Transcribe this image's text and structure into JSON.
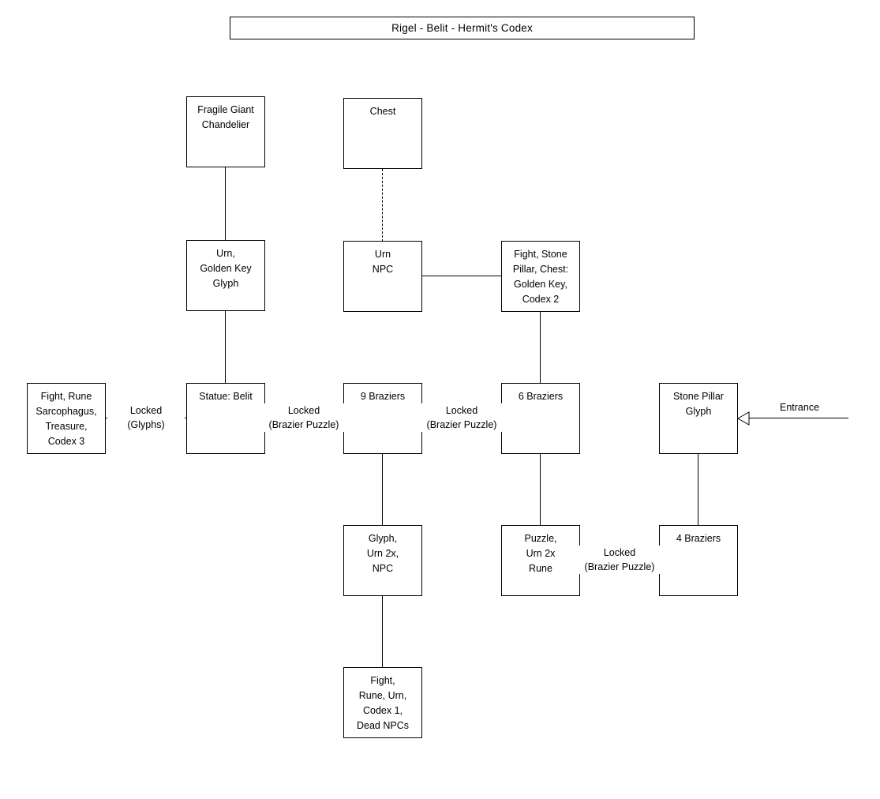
{
  "title": "Rigel - Belit - Hermit's Codex",
  "nodes": {
    "fragile_chandelier": "Fragile Giant\nChandelier",
    "chest": "Chest",
    "urn_golden_key_glyph": "Urn,\nGolden Key\nGlyph",
    "urn_npc": "Urn\nNPC",
    "fight_stone_pillar_chest": "Fight, Stone\nPillar, Chest:\nGolden Key,\nCodex 2",
    "fight_rune_sarcophagus": "Fight, Rune\nSarcophagus,\nTreasure,\nCodex 3",
    "statue_belit": "Statue: Belit",
    "braziers_9": "9 Braziers",
    "braziers_6": "6 Braziers",
    "stone_pillar_glyph": "Stone Pillar\nGlyph",
    "glyph_urn_npc": "Glyph,\nUrn 2x,\nNPC",
    "puzzle_urn_rune": "Puzzle,\nUrn 2x\nRune",
    "braziers_4": "4 Braziers",
    "fight_rune_urn_codex1": "Fight,\nRune, Urn,\nCodex 1,\nDead NPCs"
  },
  "edge_labels": {
    "locked_glyphs": {
      "top": "Locked",
      "bottom": "(Glyphs)"
    },
    "locked_brazier_statue_9": {
      "top": "Locked",
      "bottom": "(Brazier Puzzle)"
    },
    "locked_brazier_9_6": {
      "top": "Locked",
      "bottom": "(Brazier Puzzle)"
    },
    "locked_brazier_puzzle_4": {
      "top": "Locked",
      "bottom": "(Brazier Puzzle)"
    },
    "entrance": "Entrance"
  },
  "colors": {
    "stroke": "#000000",
    "background": "#ffffff",
    "text": "#000000"
  }
}
